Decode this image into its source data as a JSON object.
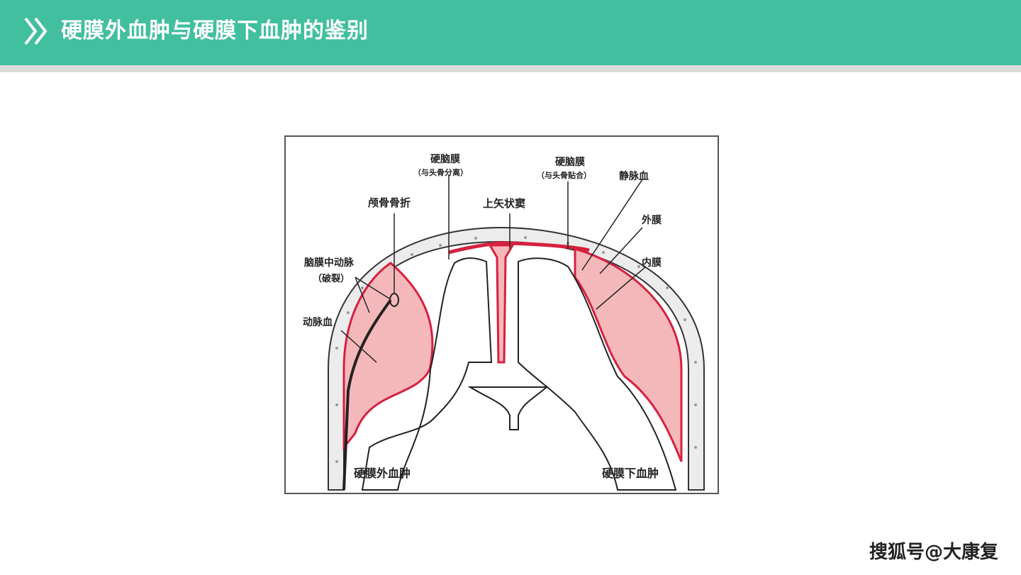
{
  "header": {
    "title": "硬膜外血肿与硬膜下血肿的鉴别",
    "icon": "double-chevron-right-icon",
    "color": "#41bf9f"
  },
  "diagram": {
    "labels": {
      "dura_left": "硬脑膜",
      "dura_left_note": "（与头骨分离）",
      "dura_right": "硬脑膜",
      "dura_right_note": "（与头骨贴合）",
      "venous_blood": "静脉血",
      "skull_fracture": "颅骨骨折",
      "sagittal_sinus": "上矢状窦",
      "outer_membrane": "外膜",
      "inner_membrane": "内膜",
      "mma": "脑膜中动脉",
      "mma_note": "（破裂）",
      "arterial_blood": "动脉血",
      "epidural": "硬膜外血肿",
      "subdural": "硬膜下血肿"
    },
    "colors": {
      "blood": "#f5b8ba",
      "vessel": "#d6203f"
    }
  },
  "watermark": "搜狐号@大康复"
}
